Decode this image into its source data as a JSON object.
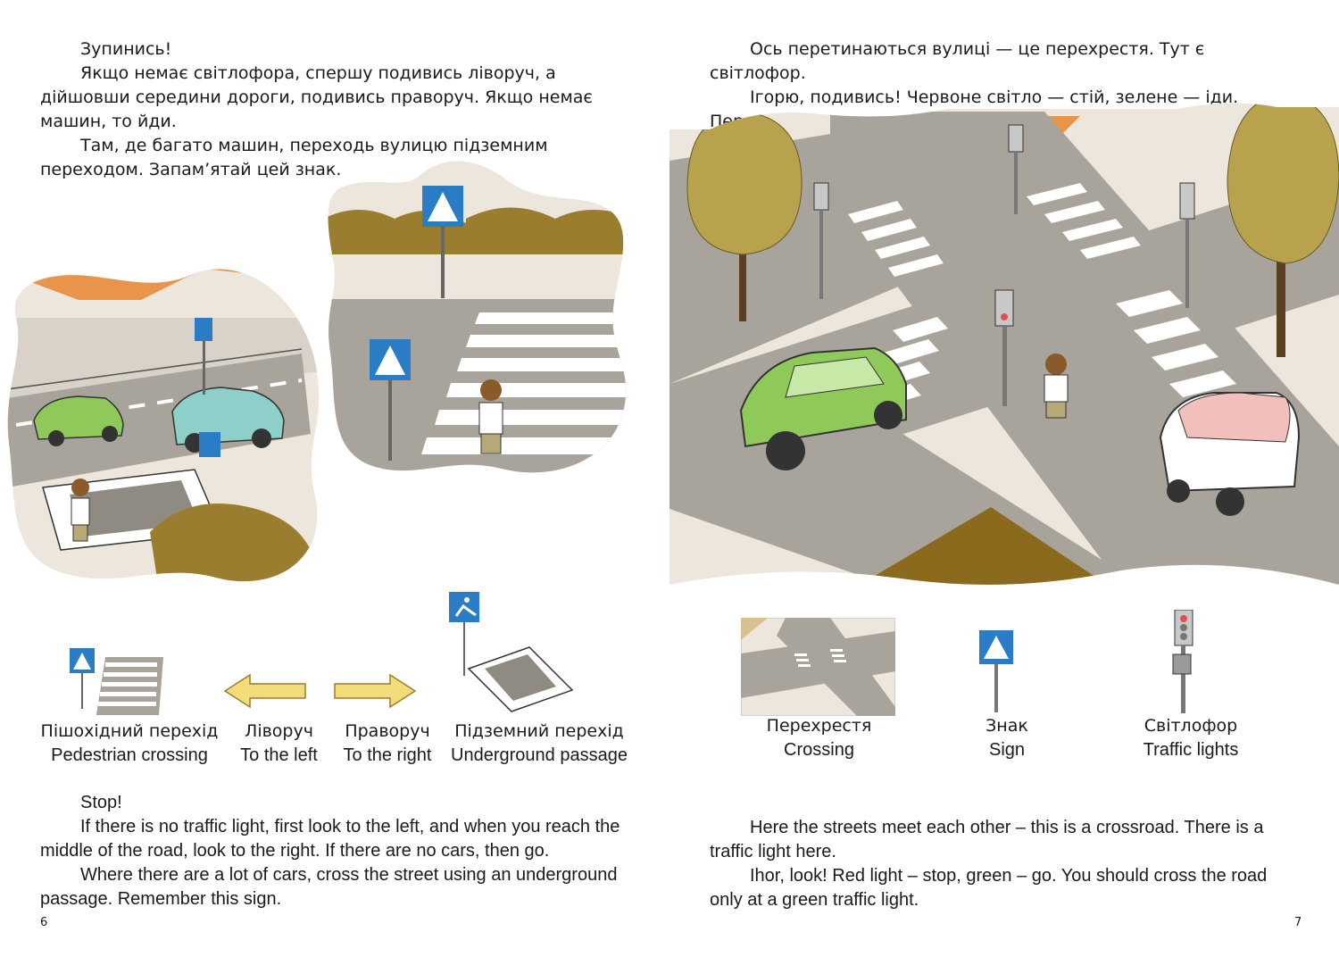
{
  "left_page": {
    "uk_text": [
      "Зупинись!",
      "Якщо немає світлофора, спершу подивись ліворуч, а дійшовши середини дороги, подивись праворуч. Якщо немає машин, то йди.",
      "Там, де багато машин, переходь вулицю підземним переходом. Запам’ятай цей знак."
    ],
    "legend": [
      {
        "uk": "Пішохідний перехід",
        "en": "Pedestrian crossing"
      },
      {
        "uk": "Ліворуч",
        "en": "To the left"
      },
      {
        "uk": "Праворуч",
        "en": "To the right"
      },
      {
        "uk": "Підземний перехід",
        "en": "Underground passage"
      }
    ],
    "en_text": [
      "Stop!",
      "If there is no traffic light, first look to the left, and when you reach the middle of the road, look to the right. If there are no cars, then go.",
      "Where there are a lot of cars, cross the street using an underground passage. Remember this sign."
    ],
    "page_number": "6"
  },
  "right_page": {
    "uk_text": [
      "Ось перетинаються вулиці — це перехрестя. Тут є світлофор.",
      "Ігорю, подивись! Червоне світло — стій, зелене — іди. Переходити дорогу слід лише на зелене світло світлофора."
    ],
    "legend": [
      {
        "uk": "Перехрестя",
        "en": "Crossing"
      },
      {
        "uk": "Знак",
        "en": "Sign"
      },
      {
        "uk": "Світлофор",
        "en": "Traffic lights"
      }
    ],
    "en_text": [
      "Here the streets meet each other – this is a crossroad. There is a traffic light here.",
      "Ihor, look! Red light – stop, green – go. You should cross the road only at a green traffic light."
    ],
    "page_number": "7"
  },
  "colors": {
    "road": "#a8a49b",
    "pavement": "#ece6dc",
    "bush": "#9a7d2e",
    "tree": "#b8a24e",
    "trunk": "#5a4020",
    "roof": "#e8944a",
    "car_green": "#8ec95a",
    "car_teal": "#8fcfca",
    "car_pink": "#f2c0bc",
    "sign_blue": "#2a7cc4",
    "arrow": "#f5dc7a",
    "grass": "#8b6a1e"
  }
}
